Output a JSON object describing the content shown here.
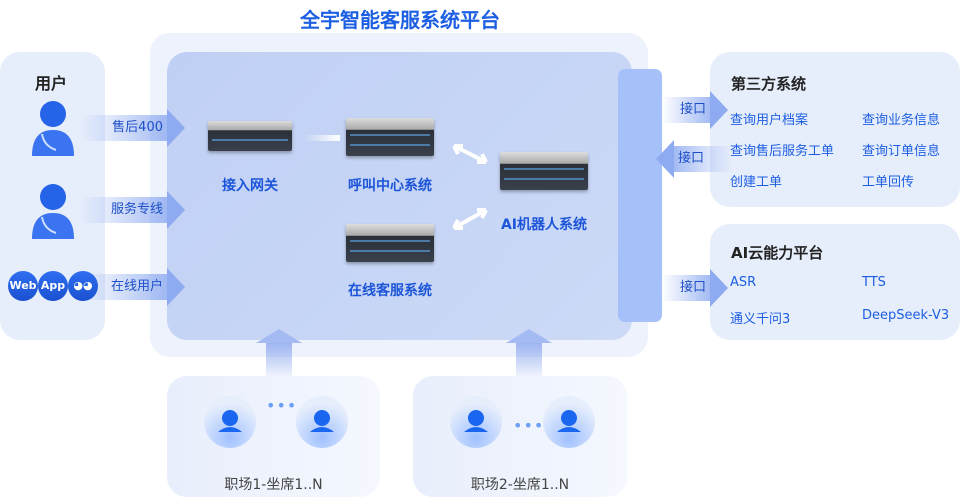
{
  "title": "全宇智能客服系统平台",
  "users": {
    "title": "用户",
    "channels": [
      {
        "label": "售后400",
        "icon": "phone-user-icon"
      },
      {
        "label": "服务专线",
        "icon": "phone-user-icon"
      },
      {
        "label": "在线用户",
        "icon": "web-app-wechat-icons"
      }
    ],
    "web": "Web",
    "app": "App"
  },
  "platform": {
    "gateway": "接入网关",
    "call_center": "呼叫中心系统",
    "online_service": "在线客服系统",
    "ai_robot": "AI机器人系统"
  },
  "interface_label": "接口",
  "third_party": {
    "title": "第三方系统",
    "items": [
      "查询用户档案",
      "查询业务信息",
      "查询售后服务工单",
      "查询订单信息",
      "创建工单",
      "工单回传"
    ]
  },
  "ai_cloud": {
    "title": "AI云能力平台",
    "items": [
      "ASR",
      "TTS",
      "通义千问3",
      "DeepSeek-V3"
    ]
  },
  "sites": [
    {
      "label": "职场1-坐席1..N"
    },
    {
      "label": "职场2-坐席1..N"
    }
  ],
  "dots": "•••",
  "colors": {
    "accent": "#1d5fe3",
    "panel": "#e6edfb",
    "bar": "#a6c0fa"
  }
}
